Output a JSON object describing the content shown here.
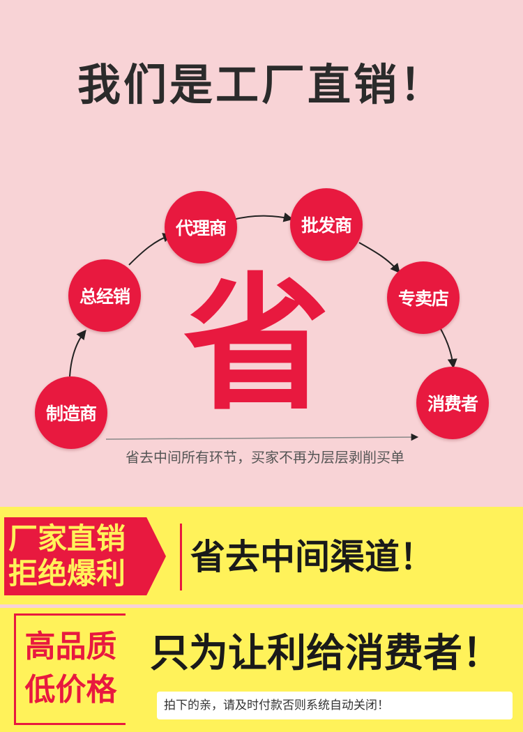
{
  "headline": "我们是工厂直销！",
  "flow": {
    "nodes": [
      "制造商",
      "总经销",
      "代理商",
      "批发商",
      "专卖店",
      "消费者"
    ],
    "center_char": "省",
    "note": "省去中间所有环节，买家不再为层层剥削买单"
  },
  "band1": {
    "tag_line1": "厂家直销",
    "tag_line2": "拒绝爆利",
    "slogan": "省去中间渠道！"
  },
  "band2": {
    "tag_line1": "高品质",
    "tag_line2": "低价格",
    "slogan": "只为让利给消费者！",
    "footnote": "拍下的亲，请及时付款否则系统自动关闭！"
  },
  "colors": {
    "background": "#f8d3d6",
    "accent_red": "#e8193f",
    "band_yellow": "#fff25a",
    "text_dark": "#2b2b2b"
  }
}
